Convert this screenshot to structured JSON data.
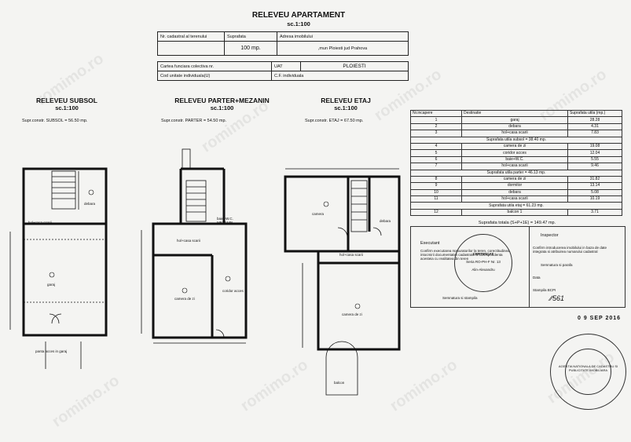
{
  "doc": {
    "title": "RELEVEU APARTAMENT",
    "scale": "sc.1:100"
  },
  "header_table": {
    "col_cadastral": "Nr. cadastral al terenului",
    "col_surface": "Suprafata",
    "col_address": "Adresa imobilului",
    "surface_value": "100",
    "surface_unit": "mp.",
    "address_value": ",mun Ploiesti jud Prahova",
    "row_carte_funciara": "Cartea funciara colectiva nr.",
    "row_cod_unitate": "Cod unitate individuala(U)",
    "uat_label": "UAT",
    "uat_value": "PLOIESTI",
    "cf_label": "C.F. individuala"
  },
  "plans": {
    "subsol": {
      "title": "RELEVEU SUBSOL",
      "scale": "sc.1:100",
      "area_text": "Supr.constr. SUBSOL = 56.50 mp.",
      "rooms": [
        "debara",
        "hol+casa scarii",
        "garaj"
      ],
      "note": "panta acces in garaj"
    },
    "parter": {
      "title": "RELEVEU PARTER+MEZANIN",
      "scale": "sc.1:100",
      "area_text": "Supr.constr. PARTER = 54.50 mp.",
      "rooms": [
        "baie+W.C. MEZANIN",
        "hol+casa scarii",
        "camera de zi",
        "coridor acces"
      ]
    },
    "etaj": {
      "title": "RELEVEU ETAJ",
      "scale": "sc.1:100",
      "area_text": "Supr.constr. ETAJ = 67.50 mp.",
      "rooms": [
        "camera",
        "debara",
        "hol+casa scarii",
        "camera de zi",
        "balcon"
      ]
    }
  },
  "rooms_table": {
    "header": [
      "Nr.incapere",
      "Destinatie",
      "Suprafata utila (mp.)"
    ],
    "rows": [
      [
        "1",
        "garaj",
        "28.28"
      ],
      [
        "2",
        "debara",
        "4.31"
      ],
      [
        "3",
        "hol+casa scarii",
        "7.83"
      ],
      [
        "",
        "Suprafata utila subsol = 38.40 mp.",
        ""
      ],
      [
        "4",
        "camera de zi",
        "19.08"
      ],
      [
        "5",
        "coridor acces",
        "12.04"
      ],
      [
        "6",
        "baie+W.C.",
        "5.55"
      ],
      [
        "7",
        "hol+casa scarii",
        "9.46"
      ],
      [
        "",
        "Suprafata utila parter = 46.13 mp.",
        ""
      ],
      [
        "8",
        "camera de zi",
        "31.82"
      ],
      [
        "9",
        "dormitor",
        "13.14"
      ],
      [
        "10",
        "debara",
        "5.08"
      ],
      [
        "11",
        "hol+casa scarii",
        "10.19"
      ],
      [
        "",
        "Suprafata utila etaj = 61.23 mp.",
        ""
      ],
      [
        "12",
        "balcon 1",
        "3.71"
      ]
    ],
    "total": "Suprafata totala (S+P+1E) = 149.47 mp."
  },
  "stamp": {
    "executant": "Executant",
    "certificate": "CERTIFICAT",
    "name": "Alin-Alexandru",
    "series": "Seria RO-PH-F Nr. 13",
    "confirm_text": "Confirm executarea masuratorilor la teren, corectitudinea intocmirii documentatiei cadastrale si corespondenta acesteia cu realitatea din teren",
    "semnatura": "Semnatura si stampila",
    "inspector": "Inspector",
    "inspector_text": "Confirm introducerea imobilului in baza de date integrata si atribuirea numarului cadastral",
    "semnatura_parafa": "Semnatura si parafa",
    "data_label": "Data",
    "stampila_label": "Stampila BCPI",
    "date_stamp": "0 9 SEP 2016",
    "agency": "AGENTIA NATIONALA DE CADASTRU SI PUBLICITATE IMOBILIARA"
  },
  "watermark": "romimo.ro"
}
